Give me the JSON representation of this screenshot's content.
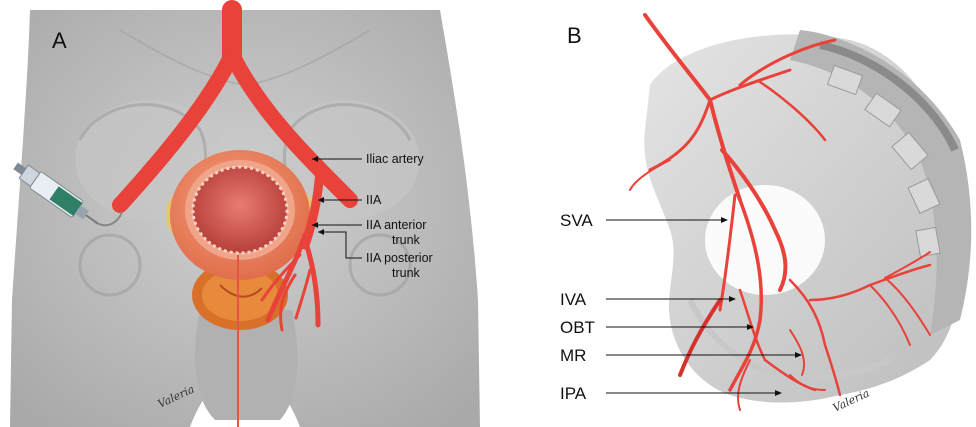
{
  "panel_a": {
    "label": "A",
    "labels": {
      "iliac": "Iliac artery",
      "iia": "IIA",
      "ant1": "IIA anterior",
      "ant2": "trunk",
      "post1": "IIA posterior",
      "post2": "trunk"
    },
    "signature": "Valeria"
  },
  "panel_b": {
    "label": "B",
    "labels": {
      "sva": "SVA",
      "iva": "IVA",
      "obt": "OBT",
      "mr": "MR",
      "ipa": "IPA"
    },
    "signature": "Valeria"
  },
  "colors": {
    "artery": "#e8423a",
    "artery_dark": "#c92d26",
    "body_gray": "#bdbdbd",
    "bone_gray": "#d6d6d6"
  }
}
